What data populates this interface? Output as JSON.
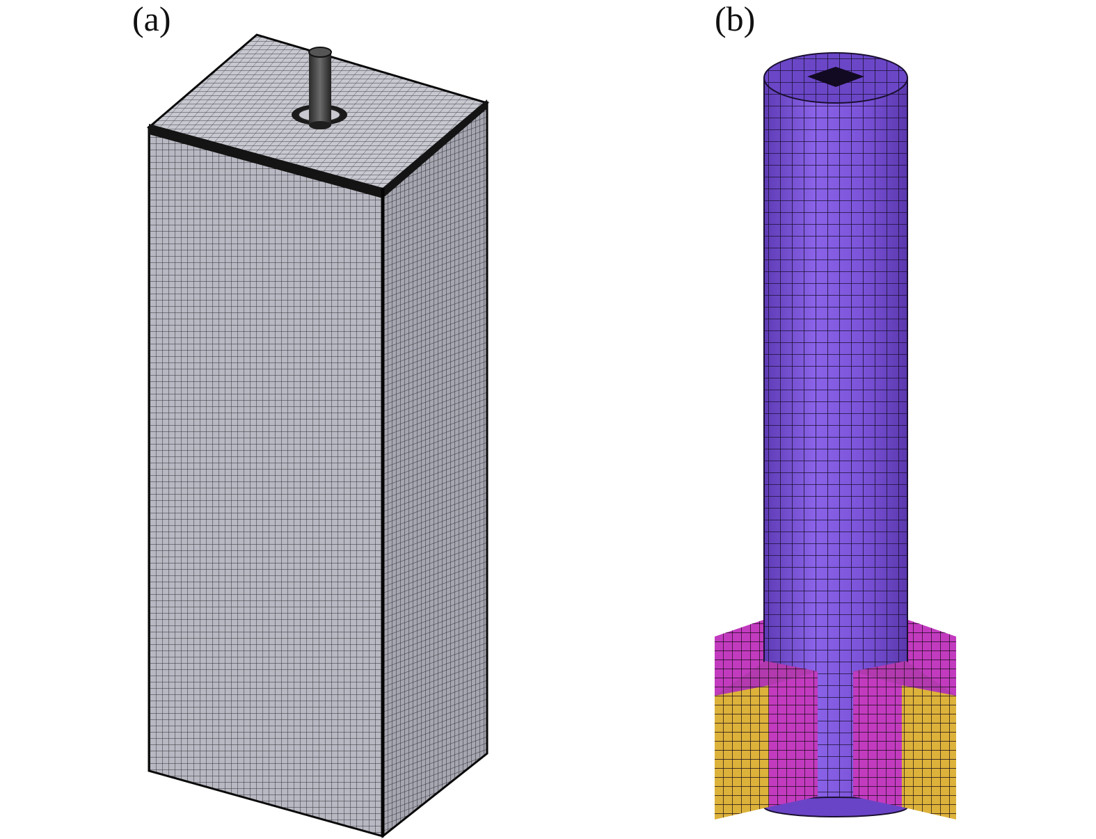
{
  "panels": [
    {
      "id": "a",
      "label": "(a)"
    },
    {
      "id": "b",
      "label": "(b)"
    }
  ],
  "colors": {
    "background": "#ffffff",
    "box_front": "#b8b8c2",
    "box_side": "#a6a6b0",
    "box_top": "#c8c8d0",
    "mesh_line": "#2c2c34",
    "edge_dark": "#0a0a0a",
    "pile_purple": "#7a4fd6",
    "pile_purple_light": "#8d66e6",
    "wing_magenta": "#c23bbf",
    "wing_yellow": "#dcb23a"
  }
}
